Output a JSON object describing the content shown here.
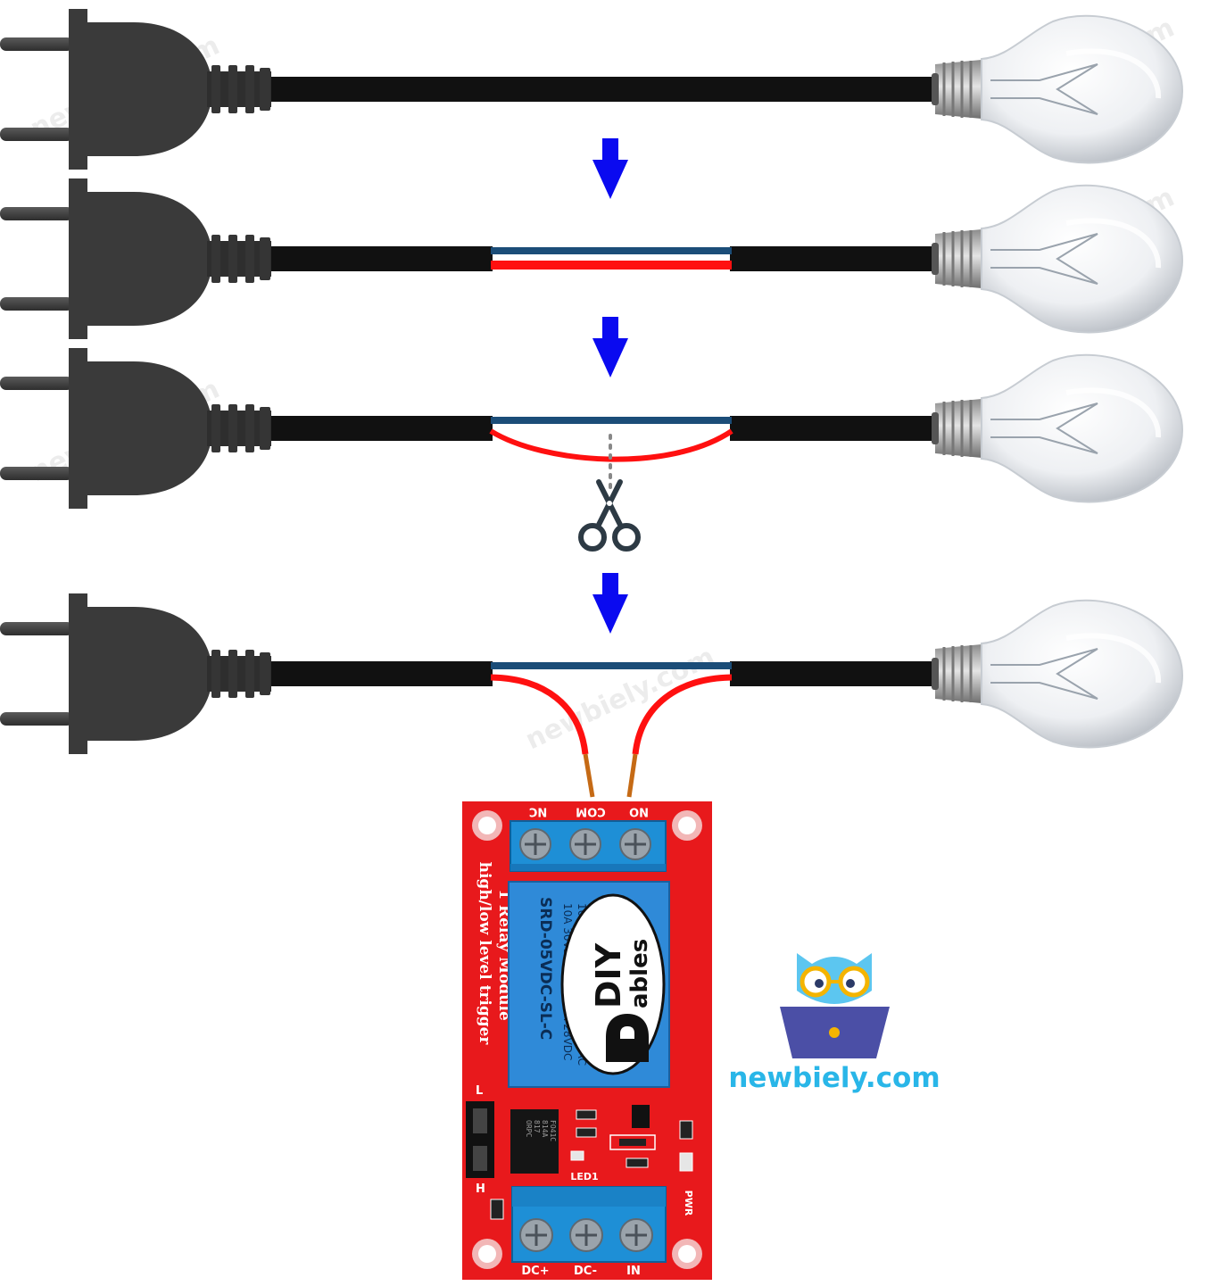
{
  "watermark": "newbiely.com",
  "relay_module": {
    "terminal_labels_top": [
      "NC",
      "COM",
      "NO"
    ],
    "terminal_labels_bottom": [
      "DC+",
      "DC-",
      "IN"
    ],
    "board_title": "1 Relay Module",
    "board_subtitle": "high/low level trigger",
    "relay_ratings": [
      "10A 250VAC",
      "10A 30VDC",
      "10A 125VAC",
      "10A 28VDC"
    ],
    "relay_part_number": "SRD-05VDC-SL-C",
    "optocoupler_text": [
      "ORPC",
      "817",
      "814A",
      "FO41C"
    ],
    "jumper_labels": [
      "L",
      "H"
    ],
    "led_labels": [
      "LED1",
      "PWR"
    ],
    "logo": {
      "primary": "DIY",
      "secondary": "ables"
    }
  },
  "brand": {
    "text": "newbiely.com",
    "color": "#29b6e8"
  },
  "colors": {
    "cable": "#111111",
    "plug": "#3a3a3a",
    "wire_red": "#ff1010",
    "wire_blue": "#1b4d78",
    "arrow": "#0a0af0",
    "pcb": "#e8191c",
    "terminal": "#1e8fd6",
    "relay": "#2f8ad8"
  },
  "icons": [
    "plug-icon",
    "bulb-icon",
    "down-arrow-icon",
    "scissors-icon",
    "owl-laptop-icon"
  ]
}
